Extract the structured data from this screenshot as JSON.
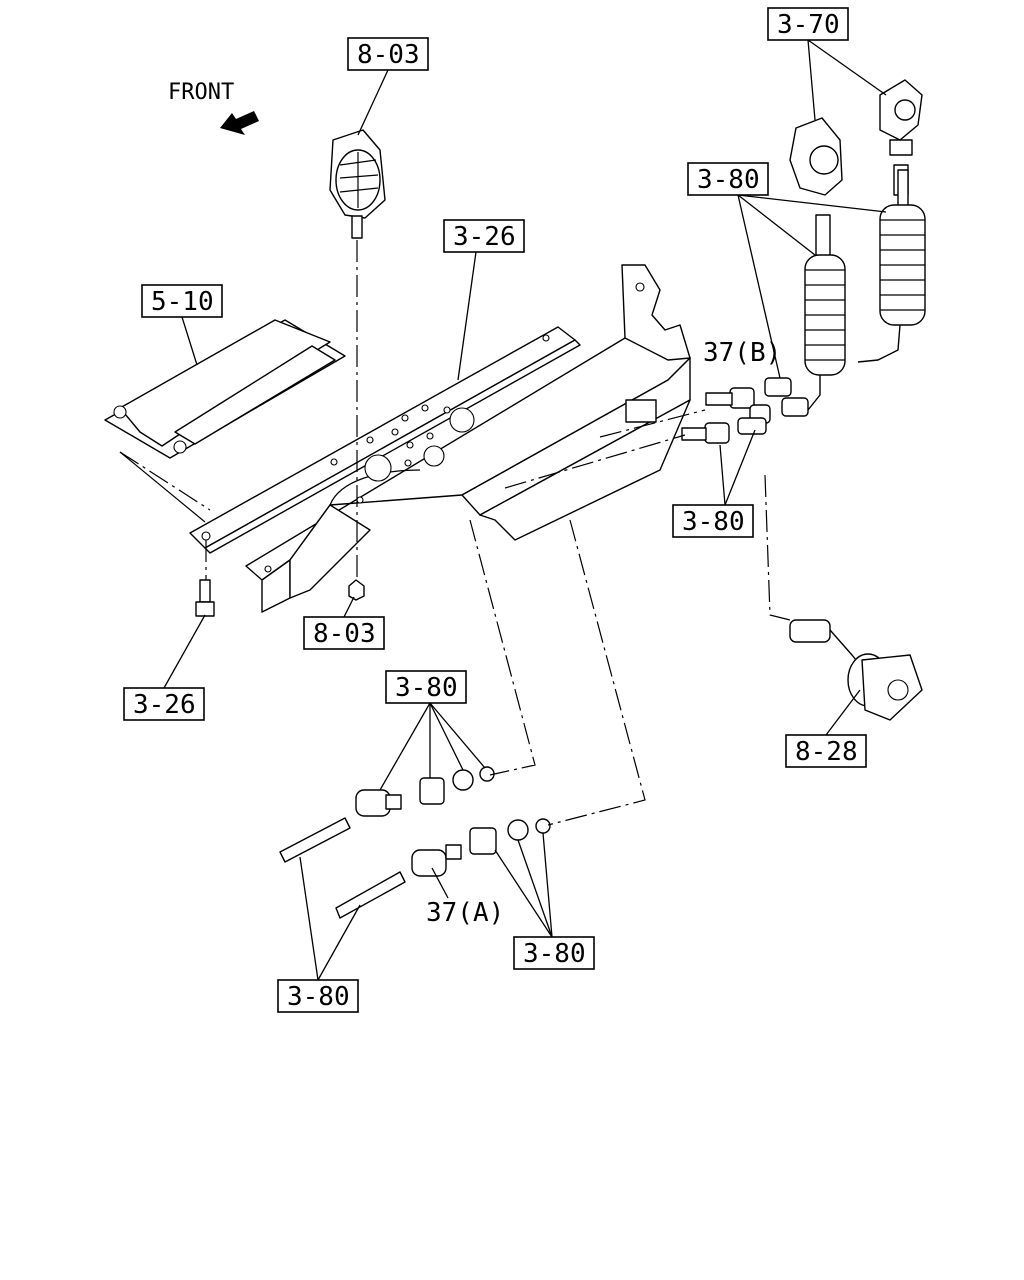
{
  "diagram": {
    "front_label": "FRONT",
    "callouts": [
      {
        "id": "c-8-03-top",
        "text": "8-03"
      },
      {
        "id": "c-3-70",
        "text": "3-70"
      },
      {
        "id": "c-3-80-a",
        "text": "3-80"
      },
      {
        "id": "c-3-26-top",
        "text": "3-26"
      },
      {
        "id": "c-5-10",
        "text": "5-10"
      },
      {
        "id": "c-3-80-b",
        "text": "3-80"
      },
      {
        "id": "c-8-03-bottom",
        "text": "8-03"
      },
      {
        "id": "c-3-26-bottom",
        "text": "3-26"
      },
      {
        "id": "c-3-80-c",
        "text": "3-80"
      },
      {
        "id": "c-8-28",
        "text": "8-28"
      },
      {
        "id": "c-3-80-d",
        "text": "3-80"
      },
      {
        "id": "c-3-80-e",
        "text": "3-80"
      }
    ],
    "labels": {
      "part_37b": "37(B)",
      "part_37a": "37(A)"
    }
  }
}
